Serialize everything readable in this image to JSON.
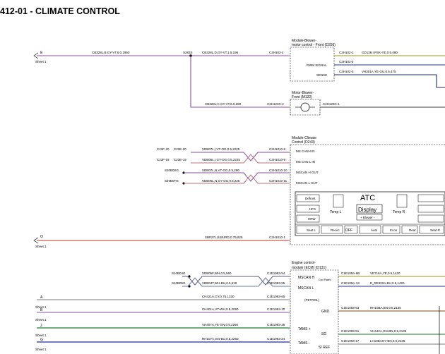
{
  "page": {
    "title": "412-01 - CLIMATE CONTROL"
  },
  "colors": {
    "violet": "#8b4fa3",
    "blue": "#1f2fa0",
    "navy": "#1f2a7a",
    "red": "#c0302a",
    "olive": "#9a9a20",
    "green": "#1e7a2a",
    "grey": "#7a7a7a",
    "brown": "#8b4513"
  },
  "sheet_refs": [
    {
      "letter": "E",
      "sheet": "Sheet 1"
    },
    {
      "letter": "O",
      "sheet": "Sheet 1"
    },
    {
      "letter": "A",
      "sheet": "Sheet 1"
    },
    {
      "letter": "B",
      "sheet": "Sheet 1"
    },
    {
      "letter": "J",
      "sheet": "Sheet 1"
    },
    {
      "letter": "G",
      "sheet": "Sheet 1"
    }
  ],
  "blower_control": {
    "title_line1": "Module-Blower-",
    "title_line2": "motor control - Front (D256)",
    "pin_pwm": "PWM SIGNAL",
    "pin_sense": "SENSE",
    "conn_in": "C2H102-4",
    "conn_out1": "C2H102-1",
    "conn_out2": "C2H102-2",
    "conn_out3": "C2H102-3",
    "wire_out1": "GD139,I,PSK-YE,0.5,480",
    "wire_out3": "VH301A,YE-GU,0.5,475"
  },
  "feed": {
    "wire_main": "CB328L,B,GY-VT,6.0,1953",
    "splice": "S283S",
    "wire_to_module": "CB328L,D,GY-VT,1.5,195",
    "wire_to_motor": "CB328L,C,GY-VT,6.0,280"
  },
  "blower_motor": {
    "title_line1": "Motor-Blower-",
    "title_line2": "Front (M132)",
    "conn_in": "C2H123C-2",
    "conn_out": "C2H123C-1"
  },
  "climate_module": {
    "title_line1": "Module-Climate",
    "title_line2": "Control (D243)",
    "pins": [
      "MS CANH IN",
      "MS CAN L IN",
      "MSCAN H OUT",
      "MSCAN L OUT"
    ],
    "conns": [
      "C2H1010-8",
      "C2H1010-9",
      "C2H1010-10",
      "C2H1010-11"
    ],
    "bus_left": [
      "C23F-20",
      "C23F-19"
    ],
    "bus_left2": [
      "C23E-20",
      "C23E-19"
    ],
    "splices": [
      "S20B0SG",
      "S20B0TG"
    ],
    "bus_wires": [
      "VDB07L,I,VT-OG,0.5,2225",
      "VDB06L,I,GY-OG,0.5,2225",
      "VDB07L,N,VT-OG,0.5,280",
      "VDB06L,N,GY-OG,0.5,225"
    ],
    "supply_wire": "SBP27L,B,BURD,0.75,825",
    "supply_conn": "C2H1010-1"
  },
  "atc_panel": {
    "title": "ATC",
    "display": "Display",
    "blower": "+ Blower -",
    "defrost": "Defrost",
    "hfs": "HFS",
    "hrw": "HRW",
    "temp_l": "Temp L",
    "temp_r": "Temp R",
    "buttons": [
      "Seat L",
      "Recirc",
      "OFF",
      "Auto",
      "Econ",
      "Rear",
      "Seat R"
    ]
  },
  "ecm": {
    "title_line1": "Engine control-",
    "title_line2": "module (ECM) (D131)",
    "pins": [
      "MSCAN H",
      "MSCAN L"
    ],
    "petrol": "(PETROL)",
    "gnd": "GND",
    "tams_p": "TAMS +",
    "tams_m": "TAMS -",
    "sg": "SG",
    "srf": "S/ REF",
    "splices": [
      "S10B04G",
      "S10B05G"
    ],
    "wires_left": [
      "VDB05F,WH,0.5,560",
      "VDB04T,WH-BU,0.5,610"
    ],
    "conns_in": [
      "C1E1093-54",
      "C1E1093-55"
    ],
    "wires_right": [
      "VE716A,YE,0.5,1420",
      "E_RE320A,BU,0.5,1420"
    ],
    "conns_right": [
      "C1E109A-6B",
      "C1E109A-13"
    ],
    "mid_wires": [
      "CH421A,GY,0.75,1330",
      "CH401A,VT-WH,0.5,2050",
      "VH407A,YE-GN,0.5,2260",
      "RH107A,GN-BU,0.5,2260"
    ],
    "mid_conns": [
      "C1E1093-65",
      "C1E1093-10",
      "C1E1093-36",
      "C1E1093-34"
    ],
    "right_wires": [
      "RH10BA,BN,0.5,2135",
      "VH442A,GN-BN,0.5,2135",
      "LH10BAGY-BN,0.5,2135"
    ],
    "right_conns": [
      "C1E1093-53",
      "C1E1093-51",
      "C1E1093-17"
    ],
    "gnd_label": "Gnd Plated"
  }
}
